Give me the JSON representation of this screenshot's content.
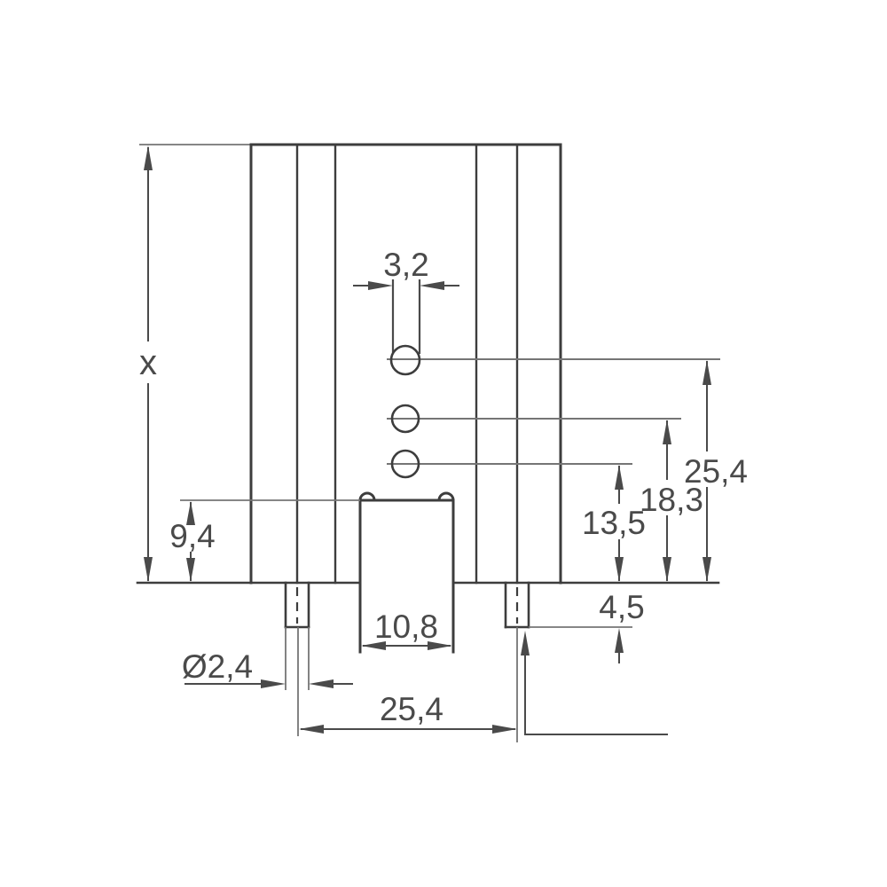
{
  "drawing": {
    "type": "heatsink-dimension-drawing",
    "labels": {
      "slot_width": "3,2",
      "body_height": "x",
      "ledge_height": "9,4",
      "channel_width": "10,8",
      "pin_diameter": "Ø2,4",
      "pin_spacing": "25,4",
      "pin_length": "4,5",
      "hole1_from_bottom": "25,4",
      "hole2_from_bottom": "18,3",
      "hole3_from_bottom": "13,5"
    },
    "colors": {
      "outline": "#3d3d3d",
      "dimension": "#4a4a4a",
      "extension": "#757575",
      "text": "#4a4a4a",
      "background": "#ffffff"
    }
  }
}
